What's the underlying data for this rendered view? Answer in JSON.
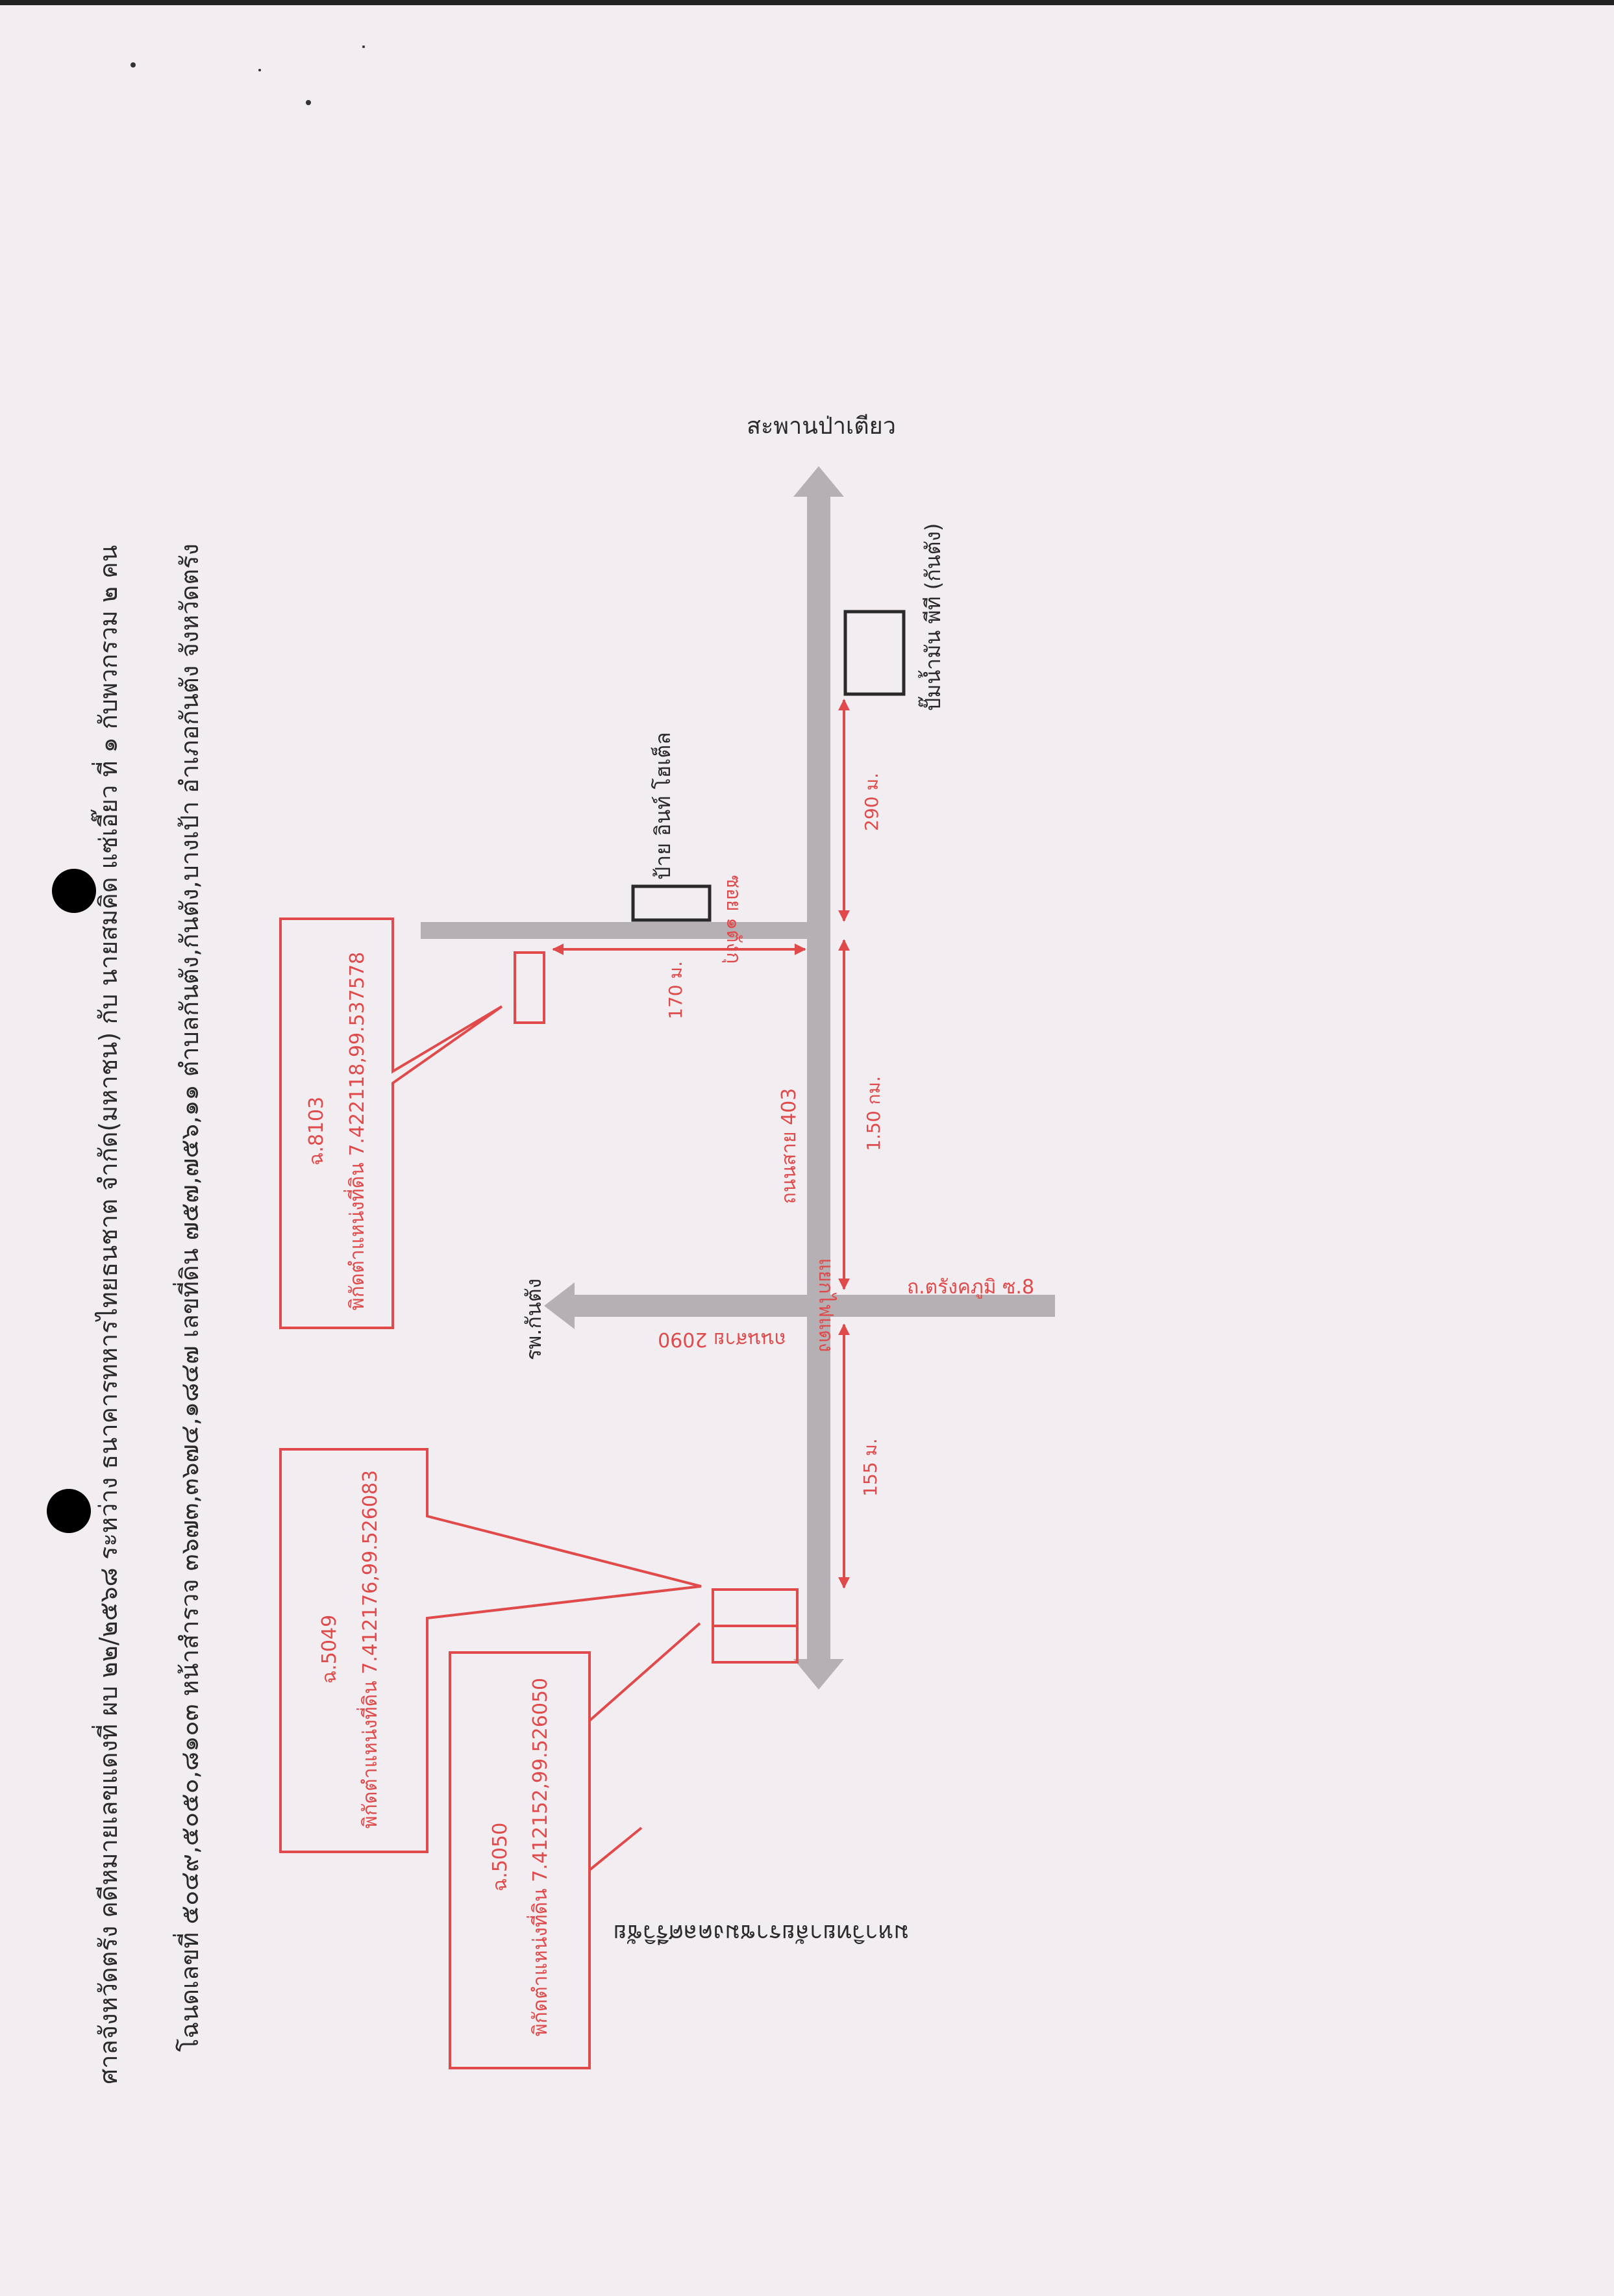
{
  "header": {
    "line1": "ศาลจังหวัดตรัง คดีหมายเลขแดงที่ ผบ ๒๒/๒๕๖๘ ระหว่าง ธนาคารทหารไทยธนชาต จำกัด(มหาชน) กับ นายสมคิด แซ่เอี๊ยว ที่ ๑ กับพวกรวม ๒ คน",
    "line2": "โฉนดเลขที่ ๕๐๔๙,๕๐๕๐,๘๑๐๓ หน้าสำรวจ ๓๖๗๓,๓๖๗๔,๑๘๔๗ เลขที่ดิน ๗๕๗,๗๕๖,๑๑ ตำบลกันตัง,กันตัง,บางเป้า อำเภอกันตัง จังหวัดตรัง"
  },
  "places": {
    "north_end": "สะพานป่าเตียว",
    "south_end": "มหาวิทยาลัยราชมงคลศรีวิชัย",
    "hospital": "รพ.กันตัง",
    "gas_station": "ปั๊มน้ำมัน พีที (กันตัง)",
    "hotel_sign": "ป้าย อินท์ โฮเต็ล"
  },
  "roads": {
    "main": "ถนนสาย 403",
    "cross": "ถนนสาย 2090",
    "junction": "แยกไฟแดง",
    "east_road": "ถ.ตรังคภูมิ ซ.8",
    "alley": "ซอย ๑ตังกุ"
  },
  "distances": {
    "d290": "290 ม.",
    "d150": "1.50 กม.",
    "d170": "170 ม.",
    "d155": "155 ม."
  },
  "parcels": {
    "p8103": {
      "label": "ฉ.8103",
      "coord": "พิกัดตำแหน่งที่ดิน 7.422118,99.537578"
    },
    "p5049": {
      "label": "ฉ.5049",
      "coord": "พิกัดตำแหน่งที่ดิน 7.412176,99.526083"
    },
    "p5050": {
      "label": "ฉ.5050",
      "coord": "พิกัดตำแหน่งที่ดิน 7.412152,99.526050"
    }
  },
  "colors": {
    "red": "#e04a4a",
    "road": "#b4b0b4",
    "ink": "#2a2a2a"
  }
}
